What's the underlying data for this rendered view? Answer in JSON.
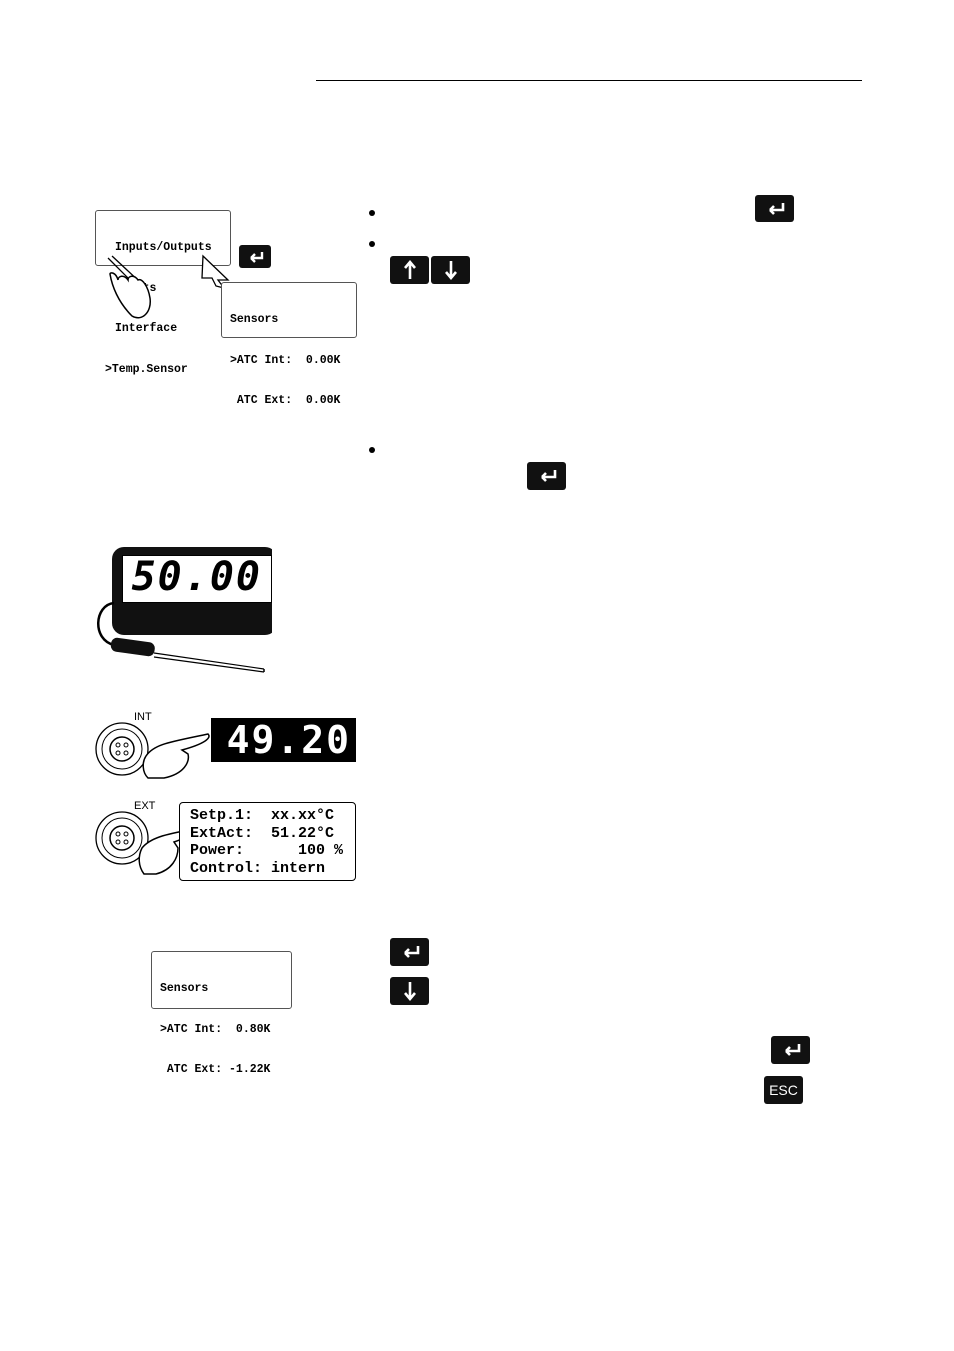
{
  "menu_display": {
    "lines": [
      "Inputs/Outputs",
      "Limits",
      "Interface",
      ">Temp.Sensor"
    ]
  },
  "sensors_display_1": {
    "lines": [
      "Sensors",
      ">ATC Int:  0.00K",
      " ATC Ext:  0.00K"
    ]
  },
  "reference_thermometer": {
    "reading": "50.00"
  },
  "int_display": {
    "label": "INT",
    "reading": "49.20"
  },
  "ext_display": {
    "label": "EXT",
    "lines": [
      "Setp.1:  xx.xx°C",
      "ExtAct:  51.22°C",
      "Power:      100 %",
      "Control: intern"
    ]
  },
  "sensors_display_2": {
    "lines": [
      "Sensors",
      ">ATC Int:  0.80K",
      " ATC Ext: -1.22K"
    ]
  },
  "keys": {
    "esc_label": "ESC"
  }
}
